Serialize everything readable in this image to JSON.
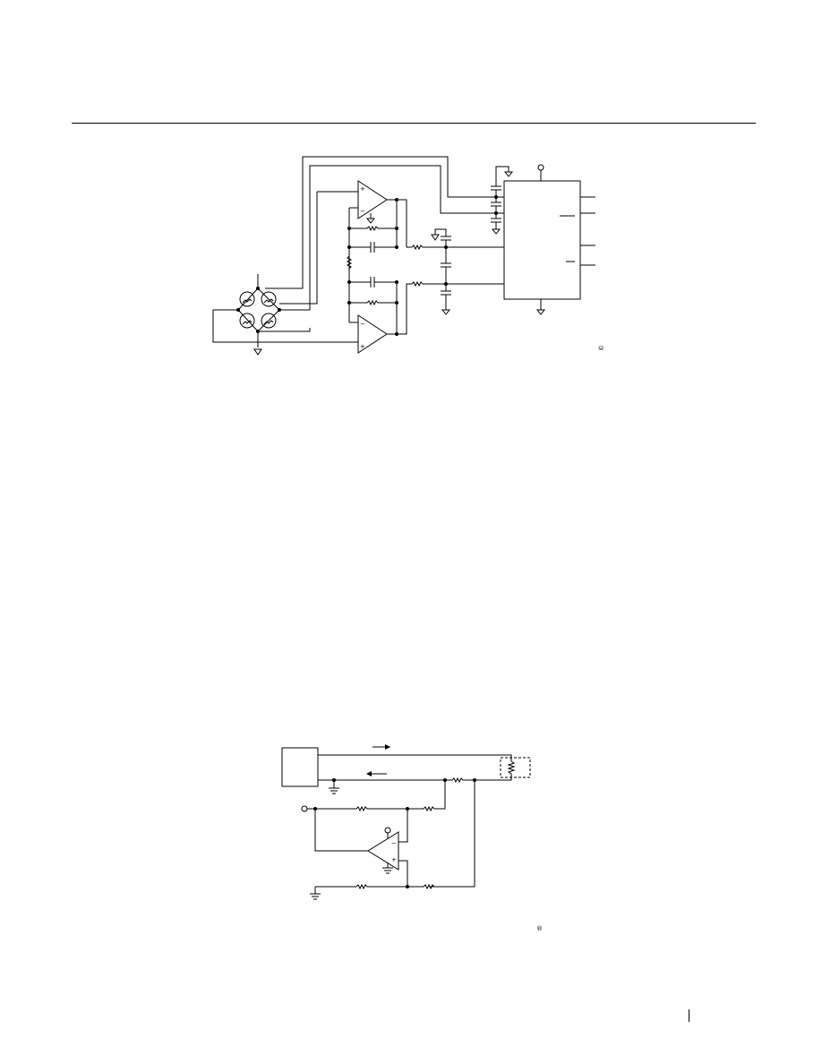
{
  "figures": [
    {
      "id": "bridge-circuit",
      "components": [
        "thermistor-bridge",
        "op-amp-upper",
        "op-amp-lower",
        "rc-feedback-networks",
        "converter-ic"
      ]
    },
    {
      "id": "sensor-loop",
      "components": [
        "sensor-box",
        "op-amp",
        "resistor-network",
        "remote-sensor"
      ],
      "signs": {
        "plus": "+",
        "minus": "−"
      }
    }
  ],
  "marks": {
    "fig1_sideways": "©",
    "fig2_small": "®"
  }
}
